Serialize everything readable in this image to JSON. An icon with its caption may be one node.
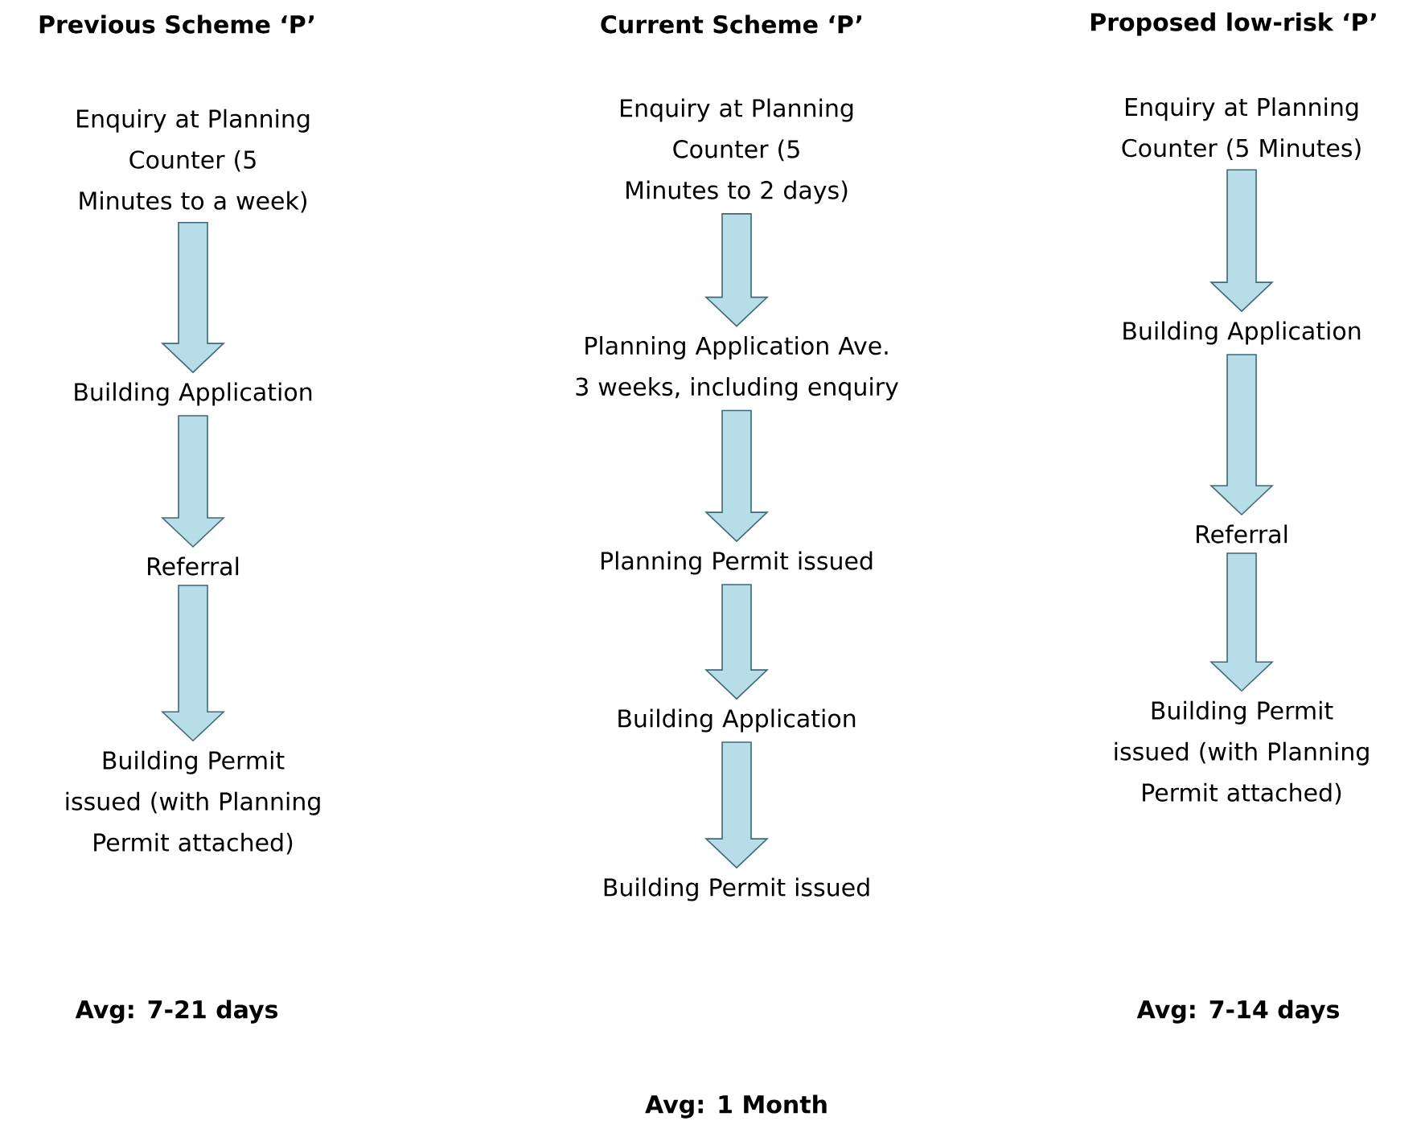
{
  "diagram": {
    "nodes": [
      {
        "text": [
          "Enquiry at Planning Counter (5 Minutes to a week)"
        ]
      },
      {
        "text": [
          "Building Application"
        ]
      },
      {
        "text": [
          "Referral"
        ]
      },
      {
        "text": [
          "Building Permit issued (with Planning Permit attached)"
        ]
      },
      {
        "text": [
          "Enquiry at Planning Counter (5 Minutes to 2 days)"
        ]
      },
      {
        "text": [
          "Planning Application Ave. 3 weeks, including enquiry"
        ]
      },
      {
        "text": [
          "Planning Permit issued"
        ]
      },
      {
        "text": [
          "Building Application"
        ]
      },
      {
        "text": [
          "Building Permit issued"
        ]
      },
      {
        "text": [
          "Enquiry at Planning Counter (5 Minutes)"
        ]
      },
      {
        "text": [
          "Building Application"
        ]
      },
      {
        "text": [
          "Referral"
        ]
      },
      {
        "text": [
          "Building Permit issued (with Planning Permit attached)"
        ]
      }
    ],
    "edges": [
      {
        "from": 0,
        "to": 1,
        "arrow": "to"
      },
      {
        "from": 1,
        "to": 2,
        "arrow": "to"
      },
      {
        "from": 2,
        "to": 3,
        "arrow": "to"
      },
      {
        "from": 4,
        "to": 5,
        "arrow": "to"
      },
      {
        "from": 5,
        "to": 6,
        "arrow": "to"
      },
      {
        "from": 6,
        "to": 7,
        "arrow": "to"
      },
      {
        "from": 7,
        "to": 8,
        "arrow": "to"
      },
      {
        "from": 9,
        "to": 10,
        "arrow": "to"
      },
      {
        "from": 10,
        "to": 11,
        "arrow": "to"
      },
      {
        "from": 11,
        "to": 12,
        "arrow": "to"
      }
    ],
    "labels": [
      "Previous Scheme ‘P’",
      "Current Scheme ‘P’",
      "Proposed low-risk ‘P’",
      "Avg: 7-21 days",
      "Avg: 1 Month",
      "Avg: 7-14 days"
    ]
  }
}
